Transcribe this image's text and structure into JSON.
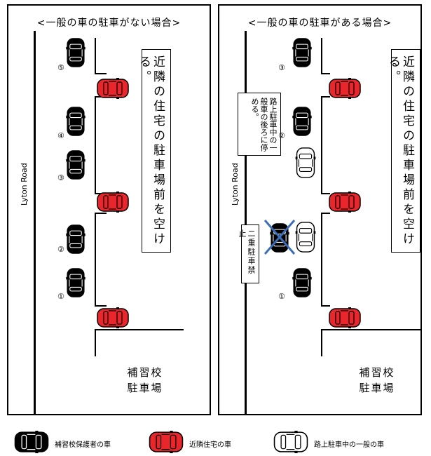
{
  "left_panel": {
    "title": "<一般の車の駐車がない場合>",
    "road_name": "Lyton Road",
    "side_note": "近隣の住宅の駐車場前を空ける。",
    "lot_line1": "補習校",
    "lot_line2": "駐車場",
    "numbers": [
      "⑤",
      "④",
      "③",
      "②",
      "①"
    ]
  },
  "right_panel": {
    "title": "<一般の車の駐車がある場合>",
    "road_name": "Lyton Road",
    "side_note": "近隣の住宅の駐車場前を空ける。",
    "street_note": "路上駐車中の一般車の後ろに停める。",
    "double_parking_note": "二重駐車禁止",
    "lot_line1": "補習校",
    "lot_line2": "駐車場",
    "numbers": [
      "③",
      "②",
      "①"
    ]
  },
  "legend": [
    {
      "label": "補習校保護者の車",
      "color": "#000000"
    },
    {
      "label": "近隣住宅の車",
      "color": "#e8262c"
    },
    {
      "label": "路上駐車中の一般の車",
      "color": "#ffffff"
    }
  ],
  "colors": {
    "parent_car": "#000000",
    "neighbor_car": "#e8262c",
    "general_car": "#ffffff",
    "cross": "#3a6fb8"
  }
}
